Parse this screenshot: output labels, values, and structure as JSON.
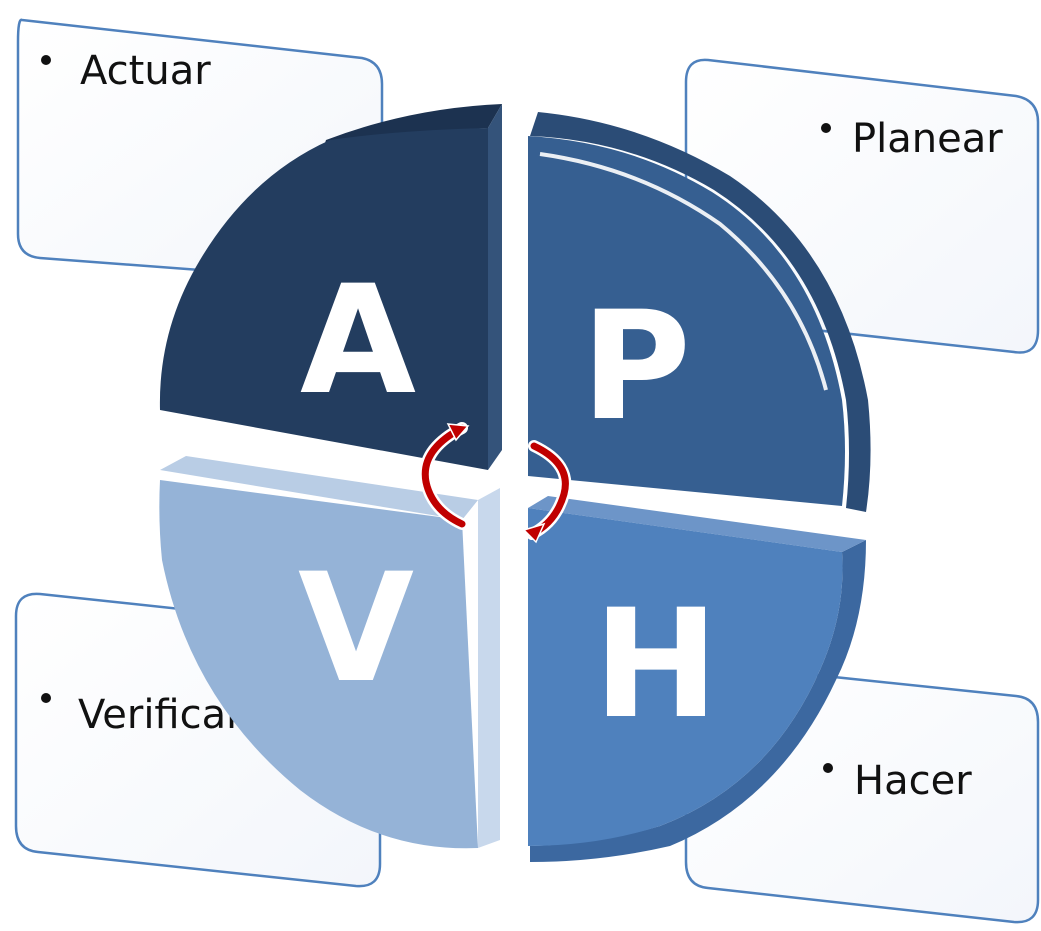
{
  "diagram": {
    "colors": {
      "dark_navy": "#233d5f",
      "mid_blue": "#365f91",
      "medium_blue": "#4f81bd",
      "light_blue": "#95b3d7",
      "box_border": "#4f81bd",
      "cycle_arrow": "#c00000"
    },
    "quadrants": [
      {
        "id": "actuar",
        "letter": "A",
        "label": "Actuar"
      },
      {
        "id": "planear",
        "letter": "P",
        "label": "Planear"
      },
      {
        "id": "hacer",
        "letter": "H",
        "label": "Hacer"
      },
      {
        "id": "verificar",
        "letter": "V",
        "label": "Verificar"
      }
    ],
    "center_icon": "circular-arrows-icon"
  }
}
